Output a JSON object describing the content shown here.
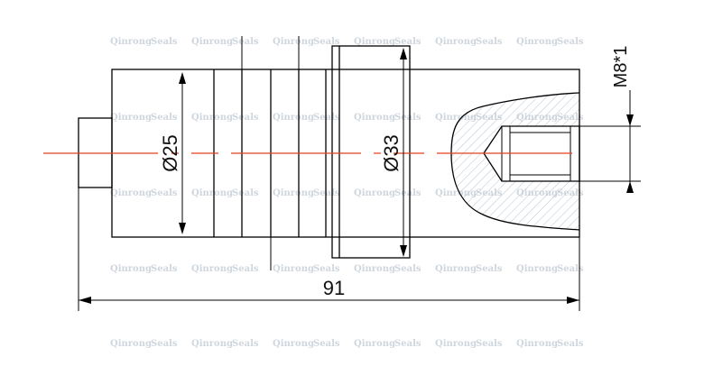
{
  "drawing": {
    "dimensions": {
      "overall_length": "91",
      "small_diameter": "Ø25",
      "large_diameter": "Ø33",
      "thread": "M8*1"
    },
    "watermark": {
      "text": [
        "Qinrong",
        "Seals"
      ],
      "color": "#cfd6de"
    },
    "colors": {
      "outline": "#000000",
      "centerline": "#e8401c",
      "hatch": "#b9c4d2"
    }
  }
}
